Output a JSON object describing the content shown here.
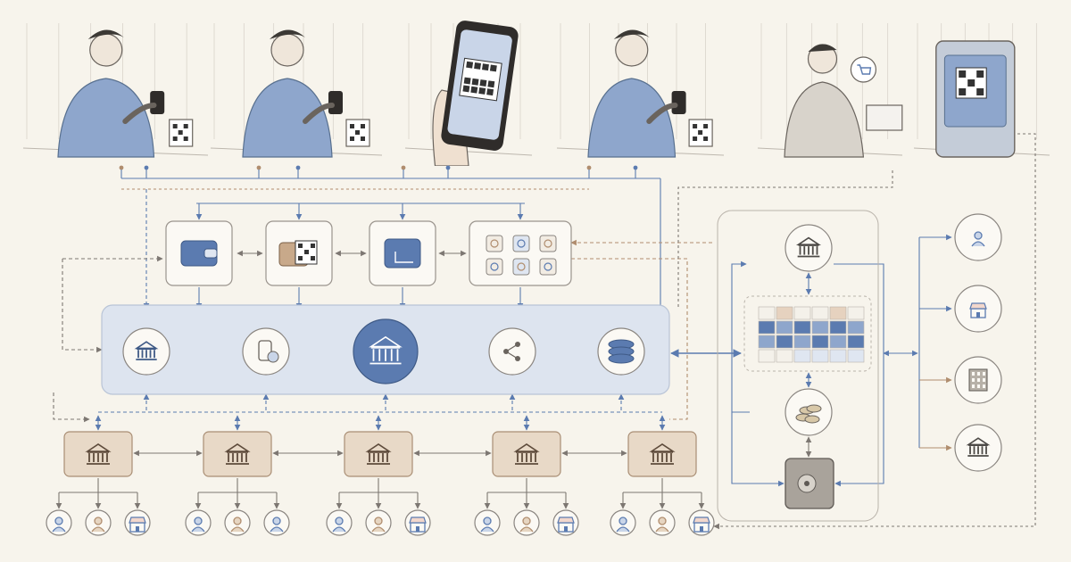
{
  "colors": {
    "paper": "#f7f4ec",
    "ink": "#5f5a55",
    "blue": "#5b7bb0",
    "blue_light": "#c9d5e8",
    "blue_band": "#dde4ef",
    "tan": "#b08d6e",
    "tan_light": "#e8d9c7"
  },
  "scenes": [
    {
      "id": "customer-scanning-counter-qr",
      "icon": "phone-qr-scan"
    },
    {
      "id": "customer-paying-market-vendor",
      "icon": "phone-qr-scan"
    },
    {
      "id": "hand-holding-phone-qr",
      "icon": "phone-qr"
    },
    {
      "id": "commuter-transit-gate-qr",
      "icon": "phone-qr-scan"
    },
    {
      "id": "online-shopper-laptop",
      "icon": "shopping-cart"
    },
    {
      "id": "self-service-kiosk-qr",
      "icon": "kiosk-qr"
    }
  ],
  "wallet_row": [
    {
      "id": "digital-wallet",
      "icon": "wallet-icon"
    },
    {
      "id": "wallet-qr-combo",
      "icon": "wallet-qr-icon"
    },
    {
      "id": "wallet-transfer",
      "icon": "wallet-transfer-icon"
    },
    {
      "id": "super-app-services",
      "icon": "app-grid-icon"
    }
  ],
  "core_band": [
    {
      "id": "bank-node",
      "icon": "bank-icon"
    },
    {
      "id": "mobile-switch-node",
      "icon": "phone-chat-icon"
    },
    {
      "id": "central-bank-hub",
      "icon": "central-bank-icon"
    },
    {
      "id": "network-share-node",
      "icon": "share-icon"
    },
    {
      "id": "ledger-database-node",
      "icon": "database-icon"
    }
  ],
  "regional_banks": [
    {
      "id": "regional-bank-1",
      "icon": "bank-icon",
      "leaves": [
        "user-icon",
        "support-agent-icon",
        "shop-icon"
      ]
    },
    {
      "id": "regional-bank-2",
      "icon": "bank-icon",
      "leaves": [
        "user-icon",
        "user-icon",
        "support-agent-icon"
      ]
    },
    {
      "id": "regional-bank-3",
      "icon": "bank-icon",
      "leaves": [
        "user-icon",
        "user-icon",
        "shop-icon"
      ]
    },
    {
      "id": "regional-bank-4",
      "icon": "bank-icon",
      "leaves": [
        "user-icon",
        "user-icon",
        "shop-icon"
      ]
    },
    {
      "id": "regional-bank-5",
      "icon": "bank-icon",
      "leaves": [
        "user-icon",
        "user-icon",
        "shop-icon"
      ]
    }
  ],
  "settlement": [
    {
      "id": "settlement-bank",
      "icon": "bank-icon"
    },
    {
      "id": "settlement-ledger-grid",
      "icon": "ledger-grid-icon"
    },
    {
      "id": "coin-reserves",
      "icon": "coins-icon"
    },
    {
      "id": "vault",
      "icon": "safe-icon"
    }
  ],
  "endpoints": [
    {
      "id": "endpoint-person",
      "icon": "person-icon"
    },
    {
      "id": "endpoint-storefront",
      "icon": "storefront-icon"
    },
    {
      "id": "endpoint-office-building",
      "icon": "building-icon"
    },
    {
      "id": "endpoint-bank",
      "icon": "bank-icon"
    }
  ]
}
